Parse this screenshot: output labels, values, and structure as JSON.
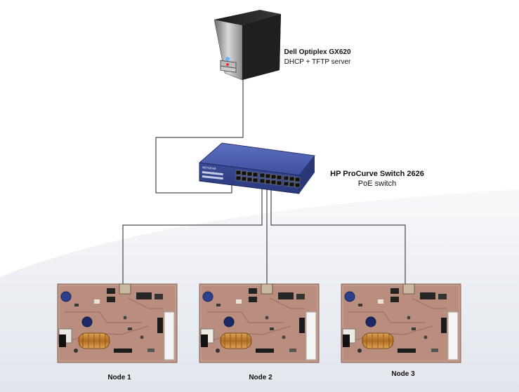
{
  "server": {
    "name": "Dell Optiplex GX620",
    "role": "DHCP + TFTP server"
  },
  "switch": {
    "name": "HP ProCurve Switch 2626",
    "role": "PoE switch",
    "brand": "NETGEAR"
  },
  "nodes": [
    {
      "label": "Node 1"
    },
    {
      "label": "Node 2"
    },
    {
      "label": "Node 3"
    }
  ],
  "colors": {
    "background_shade": "#eef1f6",
    "link": "#222222",
    "switch_body": "#3d4f9c",
    "pcb": "#b98e7f"
  }
}
